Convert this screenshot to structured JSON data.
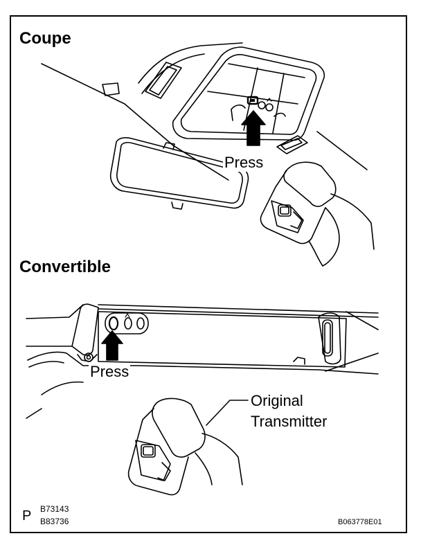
{
  "sections": {
    "coupe_title": "Coupe",
    "convertible_title": "Convertible"
  },
  "callouts": {
    "press_coupe": "Press",
    "press_convertible": "Press",
    "transmitter_line1": "Original",
    "transmitter_line2": "Transmitter"
  },
  "footer": {
    "page_marker": "P",
    "ref_1": "B73143",
    "ref_2": "B83736",
    "figure_code": "B063778E01"
  },
  "colors": {
    "line": "#000000",
    "background": "#ffffff"
  }
}
